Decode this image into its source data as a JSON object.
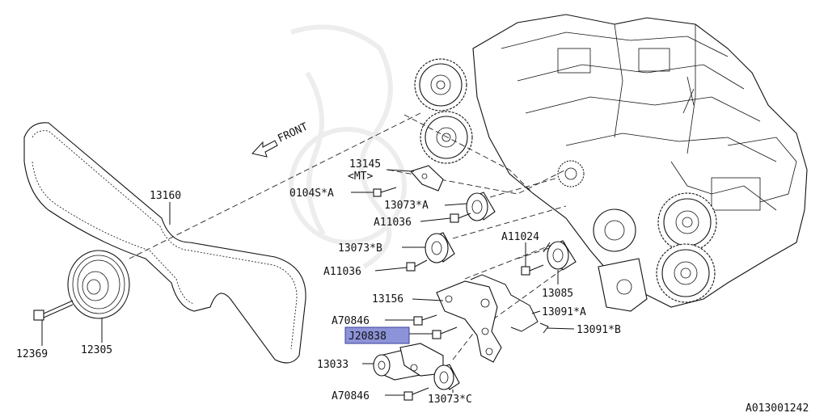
{
  "diagram": {
    "direction_label": "FRONT",
    "figure_id": "A013001242",
    "highlight_color": "#8d93d8",
    "callouts": {
      "p13145": "13145",
      "p13145_note": "<MT>",
      "p0104s_a": "0104S*A",
      "p13073_a": "13073*A",
      "pa11036_top": "A11036",
      "p13160": "13160",
      "p13073_b": "13073*B",
      "pa11024": "A11024",
      "pa11036_mid": "A11036",
      "p13085": "13085",
      "p13156": "13156",
      "p13091_a": "13091*A",
      "pa70846_top": "A70846",
      "j20838": "J20838",
      "p13091_b": "13091*B",
      "p12369": "12369",
      "p12305": "12305",
      "p13033": "13033",
      "pa70846_bot": "A70846",
      "p13073_c": "13073*C"
    }
  }
}
